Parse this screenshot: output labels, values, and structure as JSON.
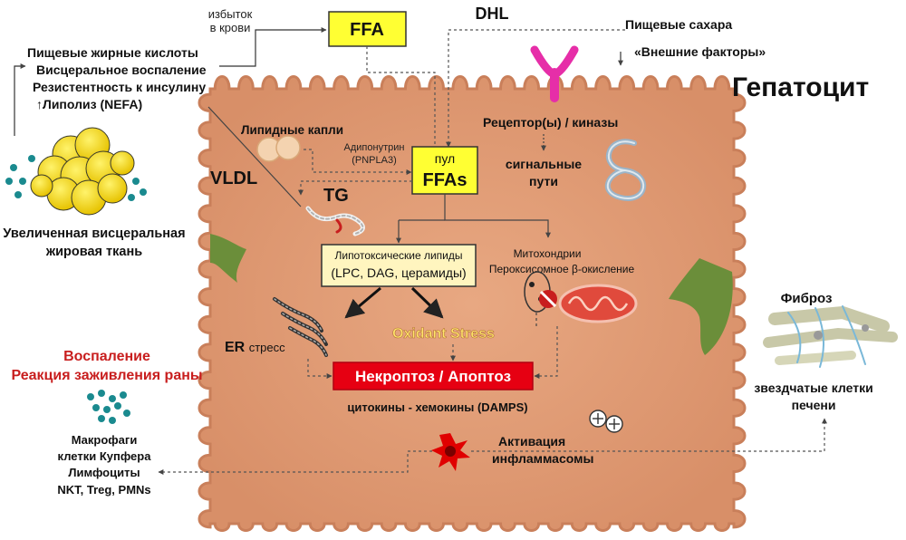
{
  "colors": {
    "cell_fill": "#e8a882",
    "cell_stroke": "#c97f5a",
    "ffa_box": "#ffff33",
    "apoptosis_box": "#e60012",
    "inflammation_text": "#c81e1e",
    "fat_yellow": "#f2d600",
    "dots_teal": "#1a8a8f",
    "stellate_green": "#6b8e3a",
    "oxidant_text": "#ffe66a"
  },
  "labels": {
    "excess_in_blood": "избыток\nв крови",
    "ffa": "FFA",
    "dhl": "DHL",
    "dietary_sugars": "Пищевые сахара",
    "external_factors": "«Внешние факторы»",
    "hepatocyte": "Гепатоцит",
    "adipose_lines": [
      "Пищевые жирные кислоты",
      "Висцеральное воспаление",
      "Резистентность к инсулину",
      "↑Липолиз (NEFA)"
    ],
    "lipid_droplets": "Липидные капли",
    "adiponutrin": "Адипонутрин",
    "pnpla3": "(PNPLA3)",
    "ffa_pool_1": "пул",
    "ffa_pool_2": "FFAs",
    "receptor_kinases": "Рецептор(ы) / киназы",
    "signaling_1": "сигнальные",
    "signaling_2": "пути",
    "vldl": "VLDL",
    "tg": "TG",
    "adipose_tissue_1": "Увеличенная висцеральная",
    "adipose_tissue_2": "жировая ткань",
    "lipotoxic_1": "Липотоксические липиды",
    "lipotoxic_2": "(LPC, DAG, церамиды)",
    "mitochondria_1": "Митохондрии",
    "mitochondria_2": "Пероксисомное β-окисление",
    "fibrosis": "Фиброз",
    "oxidant_stress": "Oxidant Stress",
    "er": "ER",
    "er_stress": "стресс",
    "inflammation_1": "Воспаление",
    "inflammation_2": "Реакция заживления раны",
    "necroptosis": "Некроптоз / Апоптоз",
    "cytokines": "цитокины - хемокины (DAMPS)",
    "stellate_1": "звездчатые клетки",
    "stellate_2": "печени",
    "inflammasome_1": "Активация",
    "inflammasome_2": "инфламмасомы",
    "immune_cells": [
      "Макрофаги",
      "клетки Купфера",
      "Лимфоциты",
      "NKT, Treg, PMNs"
    ]
  }
}
